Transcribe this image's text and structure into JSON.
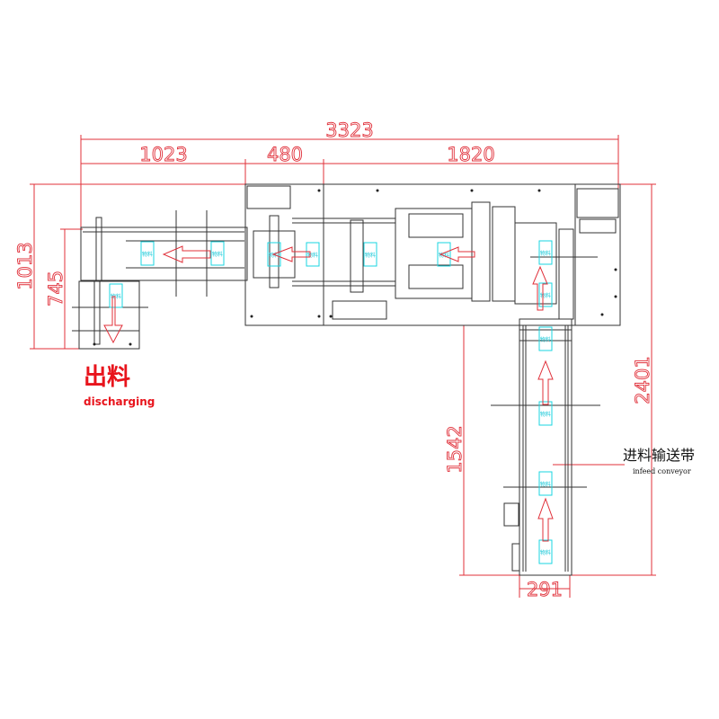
{
  "dimensions": {
    "total_width": "3323",
    "left_section": "1023",
    "middle_section": "480",
    "right_section": "1820",
    "left_height": "1013",
    "discharge_height": "745",
    "total_height": "2401",
    "infeed_length": "1542",
    "infeed_width": "291"
  },
  "labels": {
    "discharging_cn": "出料",
    "discharging_en": "discharging",
    "infeed_cn": "进料输送带",
    "infeed_en": "infeed conveyor",
    "material_tag": "物料"
  },
  "colors": {
    "dimension": "#e0303a",
    "material_box": "#19d6e0",
    "machine_lines": "#333333"
  }
}
